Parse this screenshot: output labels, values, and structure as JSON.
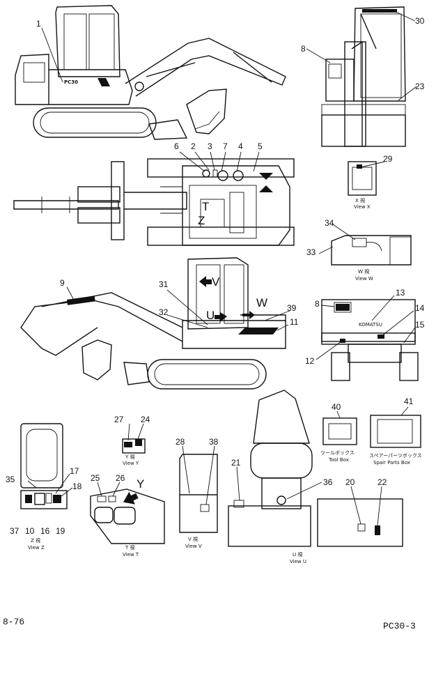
{
  "callouts": {
    "c1": "1",
    "c2": "2",
    "c3": "3",
    "c4": "4",
    "c5": "5",
    "c6": "6",
    "c7": "7",
    "c8a": "8",
    "c8b": "8",
    "c9": "9",
    "c10": "10",
    "c11": "11",
    "c12": "12",
    "c13": "13",
    "c14": "14",
    "c15": "15",
    "c16": "16",
    "c17": "17",
    "c18": "18",
    "c19": "19",
    "c20": "20",
    "c21": "21",
    "c22": "22",
    "c23": "23",
    "c24": "24",
    "c25": "25",
    "c26": "26",
    "c27": "27",
    "c28": "28",
    "c29": "29",
    "c30": "30",
    "c31": "31",
    "c32": "32",
    "c33": "33",
    "c34": "34",
    "c35": "35",
    "c36": "36",
    "c37": "37",
    "c38": "38",
    "c39": "39",
    "c40": "40",
    "c41": "41"
  },
  "view_markers": {
    "v": "V",
    "u": "U",
    "w": "W",
    "y": "Y",
    "t": "T",
    "z": "Z"
  },
  "view_labels": {
    "x_jp": "X 視",
    "x_en": "View X",
    "w_jp": "W 視",
    "w_en": "View W",
    "y_jp": "Y 視",
    "y_en": "View Y",
    "z_jp": "Z 視",
    "z_en": "View Z",
    "t_jp": "T 視",
    "t_en": "View T",
    "v_jp": "V 視",
    "v_en": "View V",
    "u_jp": "U 視",
    "u_en": "View U"
  },
  "box_labels": {
    "tool_jp": "ツールボックス",
    "tool_en": "Tool Box",
    "spare_jp": "スペアーパーツボックス",
    "spare_en": "Spair Parts Box"
  },
  "decals": {
    "model": "PC30",
    "brand": "KOMATSU"
  },
  "footer": {
    "page": "8-76",
    "model_code": "PC30-3"
  }
}
